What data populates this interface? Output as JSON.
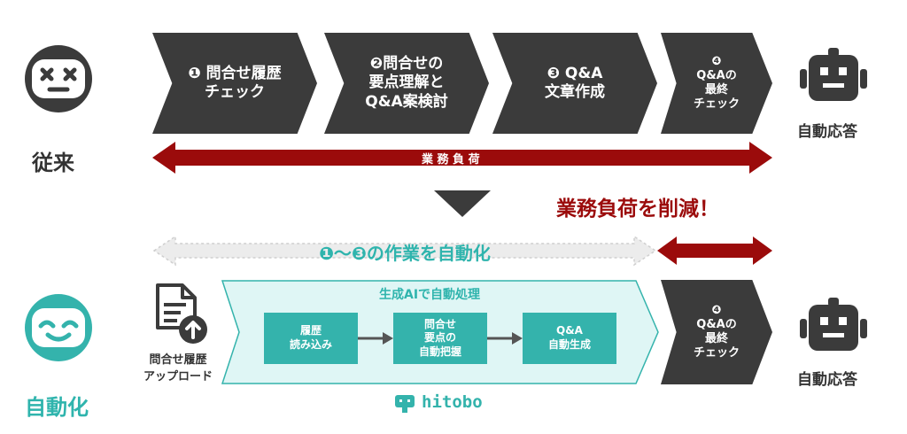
{
  "top_row": {
    "label": "従来",
    "steps": [
      {
        "line1": "❶ 問合せ履歴",
        "line2": "チェック",
        "line3": ""
      },
      {
        "line1": "❷問合せの",
        "line2": "要点理解と",
        "line3": "Q&A案検討"
      },
      {
        "line1": "❸ Q&A",
        "line2": "文章作成",
        "line3": ""
      },
      {
        "line1": "❹",
        "line2": "Q&Aの",
        "line3": "最終",
        "line4": "チェック"
      }
    ],
    "robot_label": "自動応答",
    "load_bar_label": "業 務 負 荷"
  },
  "middle": {
    "reduce_text": "業務負荷を削減！",
    "auto_arrow_text": "❶～❸の作業を自動化"
  },
  "bottom_row": {
    "label": "自動化",
    "upload_label_1": "問合せ履歴",
    "upload_label_2": "アップロード",
    "ai_title": "生成AIで自動処理",
    "boxes": [
      {
        "line1": "履歴",
        "line2": "読み込み",
        "line3": ""
      },
      {
        "line1": "問合せ",
        "line2": "要点の",
        "line3": "自動把握"
      },
      {
        "line1": "Q&A",
        "line2": "自動生成",
        "line3": ""
      }
    ],
    "final_step": {
      "line1": "❹",
      "line2": "Q&Aの",
      "line3": "最終",
      "line4": "チェック"
    },
    "robot_label": "自動応答",
    "brand": "hitobo"
  },
  "colors": {
    "dark": "#3b3b3b",
    "red": "#9b0b0b",
    "teal": "#34b3ac",
    "teal_light": "#dff6f5",
    "grey_arrow": "#d9d9d9"
  }
}
